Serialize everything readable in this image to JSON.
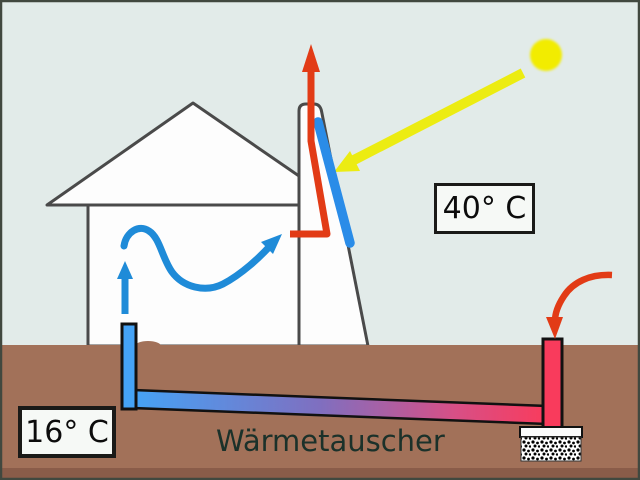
{
  "labels": {
    "collector_temp": "40° C",
    "ground_temp": "16° C",
    "heat_exchanger": "Wärmetauscher"
  },
  "colors": {
    "sky": "#e2ebe9",
    "ground": "#a27159",
    "ground_dark": "#8a5c49",
    "house_fill": "#fdfdfd",
    "outline": "#4a4a4a",
    "pipe_outline": "#111111",
    "sun": "#f2ec00",
    "sun_ray": "#ecec12",
    "collector": "#2a8ce8",
    "hot_air": "#e23b16",
    "cool_air": "#1f8bd8",
    "pipe_cold": "#45a3f6",
    "pipe_mid": "#7f6fc0",
    "pipe_warm": "#d84f86",
    "pipe_hot": "#f93b5c"
  }
}
